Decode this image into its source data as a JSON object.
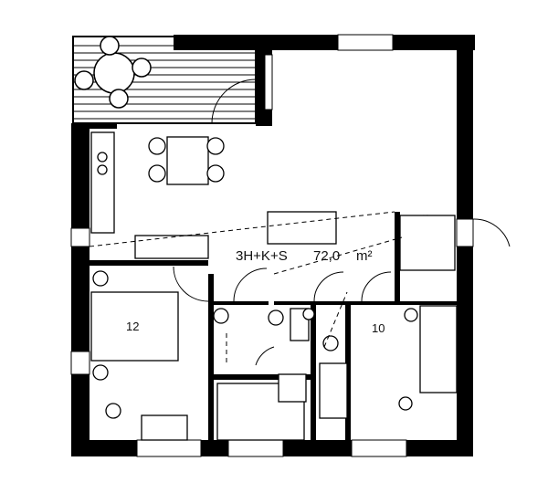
{
  "plan": {
    "apartment_label": "3H+K+S",
    "area_value": "72,0",
    "area_unit": "m²"
  },
  "rooms": [
    {
      "id": "bedroom-left",
      "label": "12"
    },
    {
      "id": "bedroom-right",
      "label": "10"
    }
  ]
}
